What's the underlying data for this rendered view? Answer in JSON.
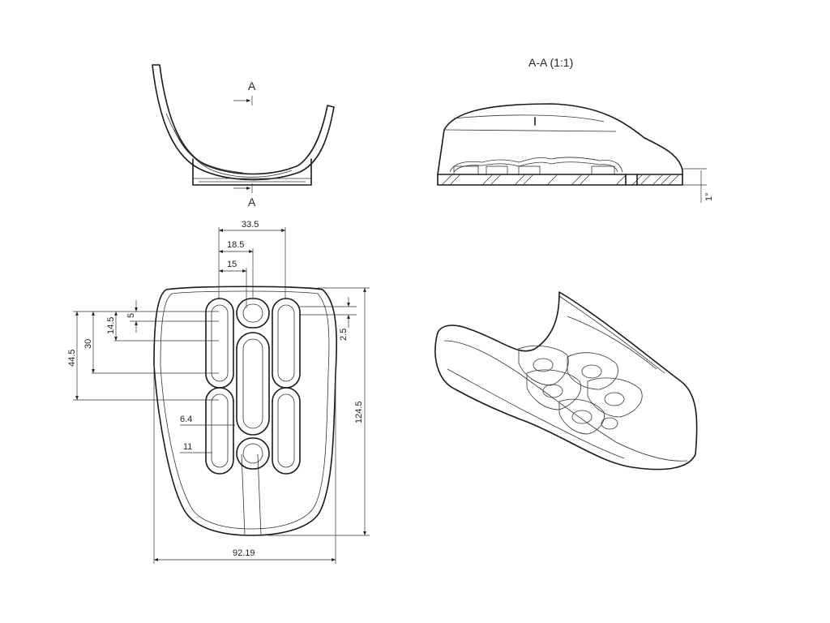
{
  "section": {
    "title": "A-A (1:1)",
    "cut_label_top": "A",
    "cut_label_bottom": "A",
    "angle_label": "1°"
  },
  "dimensions": {
    "top_width": "33.5",
    "mid_width": "18.5",
    "slot_width": "15",
    "overall_width": "92.19",
    "overall_height": "124.5",
    "left_offset_1": "44.5",
    "left_offset_2": "30",
    "left_offset_3": "14.5",
    "left_offset_4": "5",
    "right_offset": "2.5",
    "slot_spacing": "6.4",
    "slot_length": "11"
  }
}
